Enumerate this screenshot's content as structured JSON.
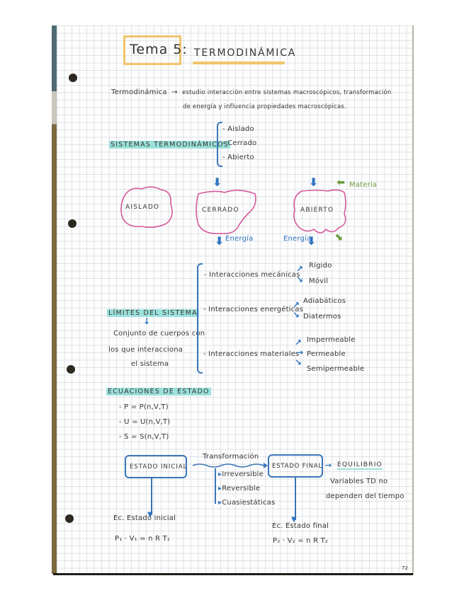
{
  "title": {
    "topic": "Tema 5:",
    "subject": "Termodinámica"
  },
  "intro": {
    "term": "Termodinámica",
    "arrow": "→",
    "line1": "estudio interacción entre sistemas macroscópicos, transformación",
    "line2": "de energía y influencia propiedades macroscópicas."
  },
  "sistemas": {
    "label": "Sistemas termodinámicos",
    "items": [
      "- Aislado",
      "- Cerrado",
      "- Abierto"
    ]
  },
  "diagrams": {
    "aislado": "AISLADO",
    "cerrado": "CERRADO",
    "abierto": "ABIERTO",
    "energia_cerrado": "Energía",
    "energia_abierto": "Energía",
    "materia": "Materia"
  },
  "limites": {
    "label": "Límites del sistema",
    "description": [
      "Conjunto de cuerpos con",
      "los que interacciona",
      "el sistema"
    ],
    "interacciones": [
      {
        "label": "- Interacciones mecánicas",
        "options": [
          "Rígido",
          "Móvil"
        ]
      },
      {
        "label": "- Interacciones energéticas",
        "options": [
          "Adiabáticos",
          "Diatermos"
        ]
      },
      {
        "label": "- Interacciones materiales",
        "options": [
          "Impermeable",
          "Permeable",
          "Semipermeable"
        ]
      }
    ]
  },
  "ecuaciones": {
    "label": "Ecuaciones de estado",
    "items": [
      "- P = P(n,V,T)",
      "- U = U(n,V,T)",
      "- S = S(n,V,T)"
    ]
  },
  "estados": {
    "inicial": "Estado inicial",
    "final": "Estado final",
    "transformacion": "Transformación",
    "tipos": [
      "Irreversible",
      "Reversible",
      "Cuasiestáticas"
    ],
    "equilibrio": "Equilibrio",
    "equilibrio_note": [
      "Variables TD no",
      "dependen del tiempo"
    ],
    "ec_inicial_label": "Ec. Estado inicial",
    "ec_inicial": "P₁ · V₁ = n R T₁",
    "ec_final_label": "Ec. Estado final",
    "ec_final": "P₂ · V₂ = n R T₂"
  },
  "page_number": "72",
  "colors": {
    "ink": "#3a3434",
    "highlight_teal": "#9be2dc",
    "title_yellow": "#f1c56b",
    "blue_pen": "#3b76b8",
    "pink_blob": "#d45a9c",
    "green_pen": "#6a9a3c"
  }
}
